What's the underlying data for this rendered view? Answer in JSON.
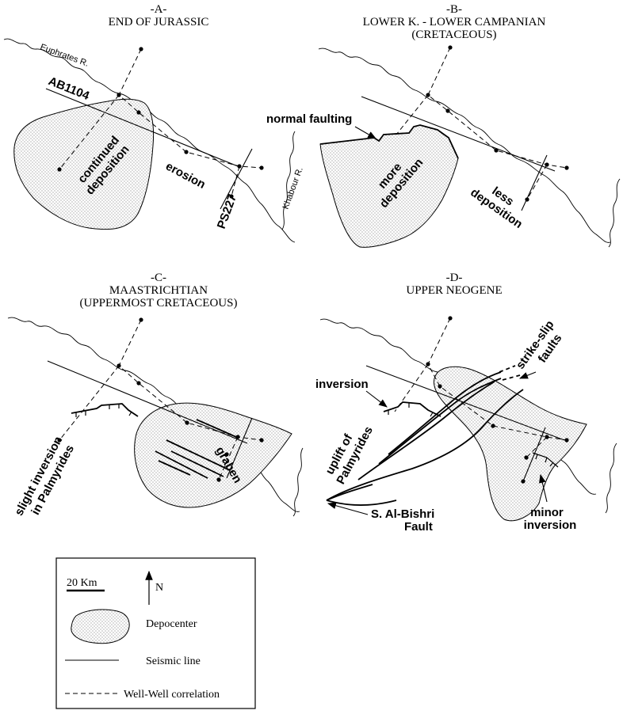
{
  "panels": {
    "a": {
      "letter": "-A-",
      "title": "END OF JURASSIC",
      "euphrates": "Euphrates R.",
      "ab1104": "AB1104",
      "deposition": [
        "continued",
        "deposition"
      ],
      "erosion": "erosion",
      "ps227": "PS227",
      "khabour": "Khabour R."
    },
    "b": {
      "letter": "-B-",
      "title": [
        "LOWER K. - LOWER CAMPANIAN",
        "(CRETACEOUS)"
      ],
      "normal_faulting": "normal faulting",
      "more": [
        "more",
        "deposition"
      ],
      "less": [
        "less",
        "deposition"
      ]
    },
    "c": {
      "letter": "-C-",
      "title": [
        "MAASTRICHTIAN",
        "(UPPERMOST CRETACEOUS)"
      ],
      "inversion": [
        "slight inversion",
        "in Palmyrides"
      ],
      "graben": "graben"
    },
    "d": {
      "letter": "-D-",
      "title": "UPPER NEOGENE",
      "inversion": "inversion",
      "uplift": [
        "uplift of",
        "Palmyrides"
      ],
      "strike_slip": [
        "strike-slip",
        "faults"
      ],
      "bishri": [
        "S. Al-Bishri",
        "Fault"
      ],
      "minor": [
        "minor",
        "inversion"
      ]
    }
  },
  "legend": {
    "scale": "20 Km",
    "north": "N",
    "depocenter": "Depocenter",
    "seismic_line": "Seismic line",
    "well_correlation": "Well-Well correlation"
  }
}
